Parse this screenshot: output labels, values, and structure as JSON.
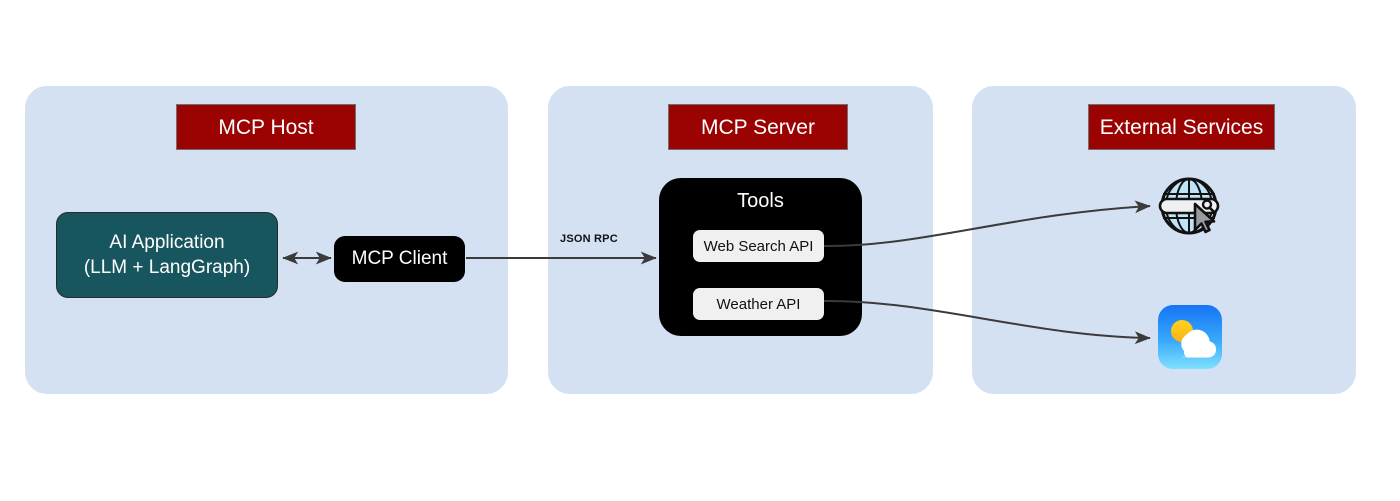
{
  "diagram": {
    "title": "MCP architecture diagram",
    "background": "#ffffff",
    "panel_color": "#d3e1f2",
    "header_color": "#9b0303",
    "accent_teal": "#17555f",
    "node_black": "#000000",
    "connector_color": "#3b3b3b"
  },
  "panels": [
    {
      "id": "host",
      "header": "MCP Host"
    },
    {
      "id": "server",
      "header": "MCP Server"
    },
    {
      "id": "external",
      "header": "External Services"
    }
  ],
  "host": {
    "header": "MCP Host",
    "ai_application": {
      "line1": "AI Application",
      "line2": "(LLM + LangGraph)"
    },
    "mcp_client": "MCP Client"
  },
  "server": {
    "header": "MCP Server",
    "tools": {
      "title": "Tools",
      "items": [
        {
          "label": "Web Search API"
        },
        {
          "label": "Weather API"
        }
      ]
    }
  },
  "external": {
    "header": "External Services",
    "services": [
      {
        "icon": "globe-search-icon",
        "name": "Web Search Service"
      },
      {
        "icon": "weather-app-icon",
        "name": "Weather Service"
      }
    ]
  },
  "connectors": [
    {
      "id": "ai-client",
      "label": "",
      "style": "double-arrow"
    },
    {
      "id": "client-server",
      "label": "JSON RPC",
      "style": "arrow"
    },
    {
      "id": "websearch-globe",
      "label": "",
      "style": "curved-arrow"
    },
    {
      "id": "weather-service",
      "label": "",
      "style": "curved-arrow"
    }
  ]
}
